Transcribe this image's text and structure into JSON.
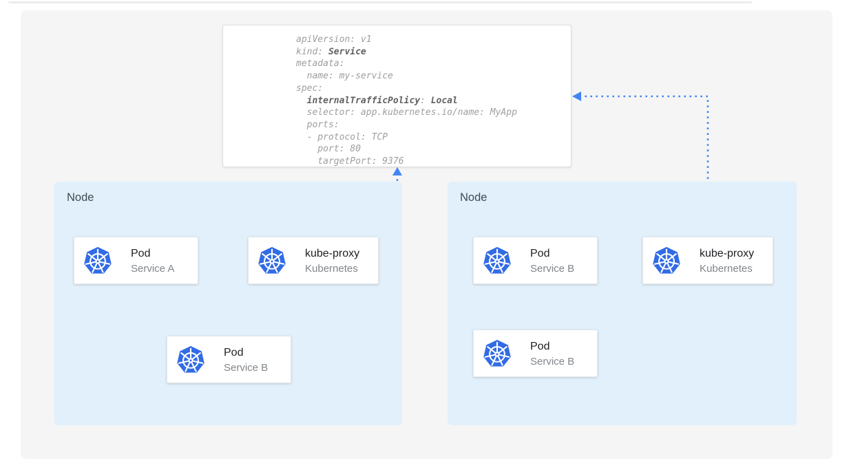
{
  "diagram": {
    "description": "Kubernetes Service internal traffic policy diagram",
    "yaml_card": {
      "lines": [
        [
          {
            "t": "apiVersion: v1"
          }
        ],
        [
          {
            "t": "kind: "
          },
          {
            "t": "Service",
            "b": true
          }
        ],
        [
          {
            "t": "metadata:"
          }
        ],
        [
          {
            "t": "  name: my-service"
          }
        ],
        [
          {
            "t": "spec:"
          }
        ],
        [
          {
            "t": "  "
          },
          {
            "t": "internalTrafficPolicy",
            "b": true
          },
          {
            "t": ": "
          },
          {
            "t": "Local",
            "b": true
          }
        ],
        [
          {
            "t": "  selector: app.kubernetes.io/name: MyApp"
          }
        ],
        [
          {
            "t": "  ports:"
          }
        ],
        [
          {
            "t": "  - protocol: TCP"
          }
        ],
        [
          {
            "t": "    port: 80"
          }
        ],
        [
          {
            "t": "    targetPort: 9376"
          }
        ]
      ]
    },
    "nodes": [
      {
        "label": "Node",
        "cards": [
          {
            "icon": "kubernetes-logo-icon",
            "title": "Pod",
            "subtitle": "Service A"
          },
          {
            "icon": "kubernetes-logo-icon",
            "title": "kube-proxy",
            "subtitle": "Kubernetes"
          },
          {
            "icon": "kubernetes-logo-icon",
            "title": "Pod",
            "subtitle": "Service B"
          }
        ]
      },
      {
        "label": "Node",
        "cards": [
          {
            "icon": "kubernetes-logo-icon",
            "title": "Pod",
            "subtitle": "Service B"
          },
          {
            "icon": "kubernetes-logo-icon",
            "title": "kube-proxy",
            "subtitle": "Kubernetes"
          },
          {
            "icon": "kubernetes-logo-icon",
            "title": "Pod",
            "subtitle": "Service B"
          }
        ]
      }
    ],
    "connections": [
      {
        "from": "pod-service-a",
        "to": "kube-proxy-left",
        "style": "solid-arrow"
      },
      {
        "from": "kube-proxy-left",
        "to": "pod-service-b-left",
        "style": "solid-arrow"
      },
      {
        "from": "kube-proxy-left",
        "to": "service-yaml-card",
        "style": "dotted-arrow"
      },
      {
        "from": "kube-proxy-right",
        "to": "service-yaml-card",
        "style": "dotted-arrow"
      }
    ],
    "colors": {
      "accent_blue": "#4285f4",
      "kubernetes_blue": "#326ce5",
      "node_background": "#e1f0fb",
      "panel_background": "#f5f5f5",
      "yaml_text": "#9e9e9e",
      "yaml_bold_text": "#616161",
      "card_title": "#202124",
      "card_subtitle": "#80868b"
    }
  }
}
